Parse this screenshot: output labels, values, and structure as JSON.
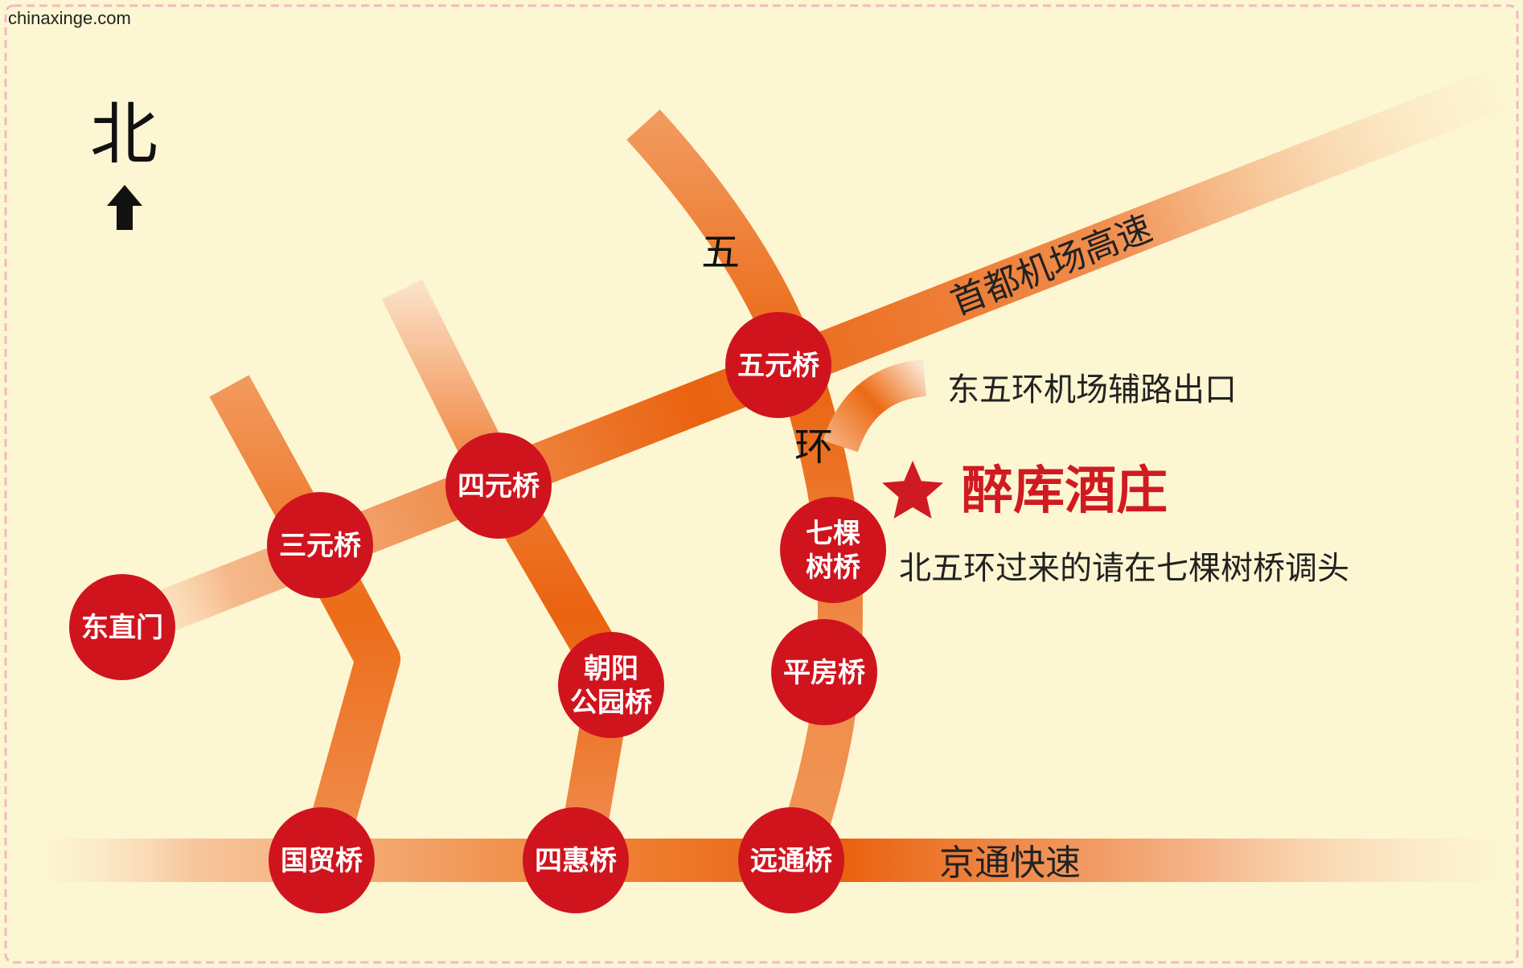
{
  "watermark": "chinaxinge.com",
  "north": {
    "label": "北"
  },
  "ring_road": {
    "char1": "五",
    "char2": "环"
  },
  "roads": {
    "airport_expressway": "首都机场高速",
    "jingtong_expressway": "京通快速"
  },
  "labels": {
    "exit": "东五环机场辅路出口",
    "destination": "醉库酒庄",
    "note": "北五环过来的请在七棵树桥调头"
  },
  "nodes": {
    "wuyuan": {
      "lines": [
        "五元桥"
      ]
    },
    "siyuan": {
      "lines": [
        "四元桥"
      ]
    },
    "sanyuan": {
      "lines": [
        "三元桥"
      ]
    },
    "dongzhimen": {
      "lines": [
        "东直门"
      ]
    },
    "qikeshu": {
      "lines": [
        "七棵",
        "树桥"
      ]
    },
    "pingfang": {
      "lines": [
        "平房桥"
      ]
    },
    "chaoyang": {
      "lines": [
        "朝阳",
        "公园桥"
      ]
    },
    "guomao": {
      "lines": [
        "国贸桥"
      ]
    },
    "sihui": {
      "lines": [
        "四惠桥"
      ]
    },
    "yuantong": {
      "lines": [
        "远通桥"
      ]
    }
  },
  "colors": {
    "background": "#fdf6d2",
    "border": "#f2b8c8",
    "road": "#ee7a2c",
    "road_dark": "#e85a10",
    "node": "#d0141e",
    "destination": "#d01a22"
  },
  "icons": {
    "north_arrow": "up-arrow-icon",
    "destination_marker": "star-icon"
  }
}
